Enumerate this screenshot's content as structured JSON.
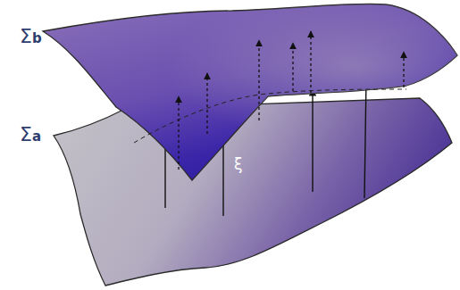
{
  "diagram": {
    "labels": [
      "Σb",
      "Σa",
      "ξ"
    ]
  }
}
